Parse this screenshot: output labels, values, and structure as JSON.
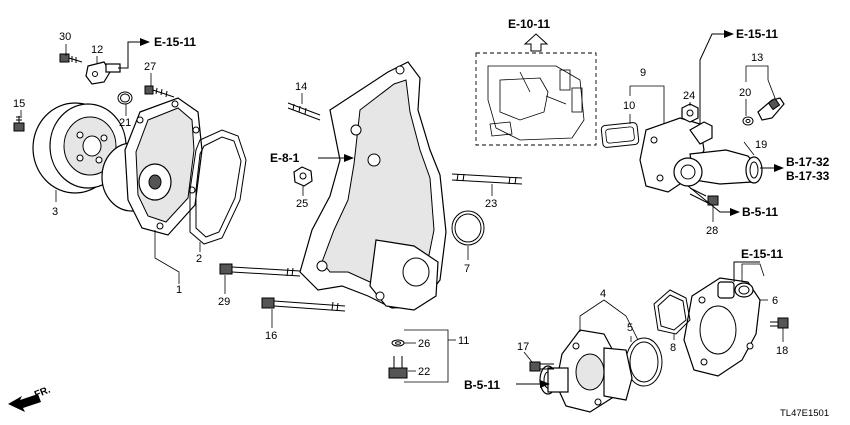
{
  "part_numbers": {
    "p1": "1",
    "p2": "2",
    "p3": "3",
    "p4": "4",
    "p5": "5",
    "p6": "6",
    "p7": "7",
    "p8": "8",
    "p9": "9",
    "p10": "10",
    "p11": "11",
    "p12": "12",
    "p13": "13",
    "p14": "14",
    "p15": "15",
    "p16": "16",
    "p17": "17",
    "p18": "18",
    "p19": "19",
    "p20": "20",
    "p21": "21",
    "p22": "22",
    "p23": "23",
    "p24": "24",
    "p25": "25",
    "p26": "26",
    "p27": "27",
    "p28": "28",
    "p29": "29",
    "p30": "30"
  },
  "references": {
    "e15_top": "E-15-11",
    "e10": "E-10-11",
    "e15_right": "E-15-11",
    "e8": "E-8-1",
    "b17_32": "B-17-32",
    "b17_33": "B-17-33",
    "b5_right": "B-5-11",
    "e15_lower": "E-15-11",
    "b5_bottom": "B-5-11"
  },
  "direction_label": "FR.",
  "drawing_id": "TL47E1501"
}
